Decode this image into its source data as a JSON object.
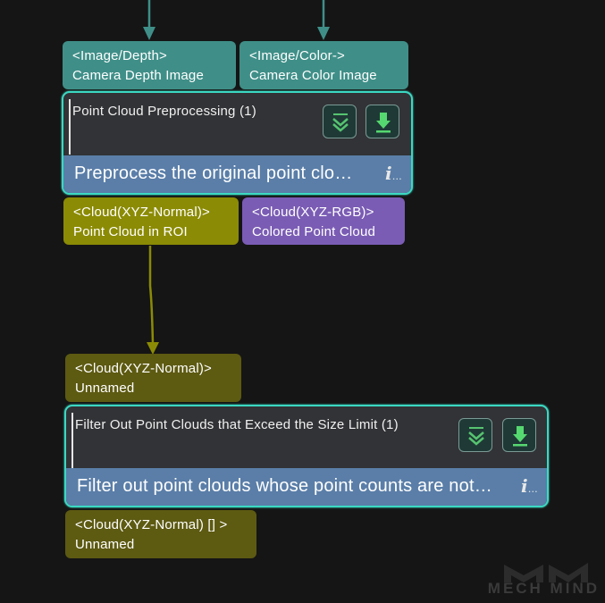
{
  "top_node": {
    "inputs": [
      {
        "type": "<Image/Depth>",
        "name": "Camera Depth Image"
      },
      {
        "type": "<Image/Color->",
        "name": "Camera Color Image"
      }
    ],
    "title": "Point Cloud Preprocessing (1)",
    "description": "Preprocess the original point clo…",
    "outputs": [
      {
        "type": "<Cloud(XYZ-Normal)>",
        "name": "Point Cloud in ROI"
      },
      {
        "type": "<Cloud(XYZ-RGB)>",
        "name": "Colored Point Cloud"
      }
    ]
  },
  "bottom_node": {
    "inputs": [
      {
        "type": "<Cloud(XYZ-Normal)>",
        "name": "Unnamed"
      }
    ],
    "title": "Filter Out Point Clouds that Exceed the Size Limit (1)",
    "description": "Filter out point clouds whose point counts are not…",
    "outputs": [
      {
        "type": "<Cloud(XYZ-Normal) [] >",
        "name": "Unnamed"
      }
    ]
  },
  "info_label": "i",
  "info_ellipsis": "…",
  "watermark": "MECH MIND",
  "colors": {
    "node_border": "#3bd8c2",
    "image_port": "#3f8f88",
    "cloud_normal_port": "#8b8b05",
    "cloud_rgb_port": "#7a5cb4",
    "description_bar": "#5a7ea8"
  },
  "icons": [
    "expand-chevrons-icon",
    "download-arrow-icon",
    "info-icon"
  ]
}
